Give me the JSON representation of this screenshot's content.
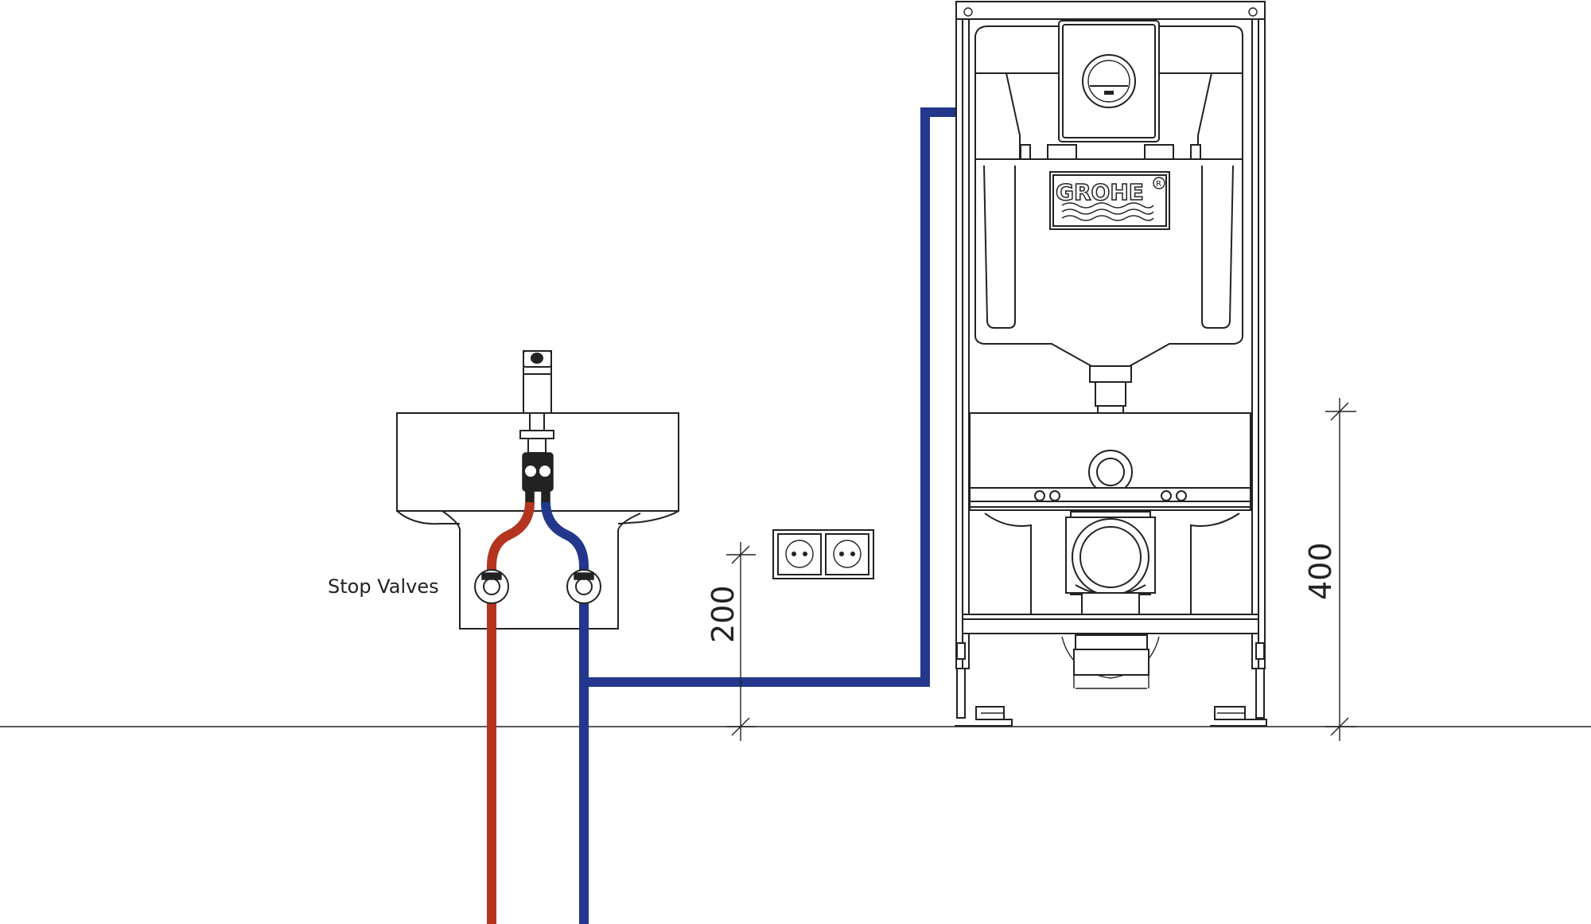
{
  "labels": {
    "stop_valves": "Stop Valves",
    "dim_200": "200",
    "dim_400": "400",
    "brand": "GROHE",
    "registered": "R"
  },
  "colors": {
    "hot_pipe": "#b5341f",
    "cold_pipe": "#23388c",
    "outline": "#222222",
    "background": "#ffffff"
  }
}
